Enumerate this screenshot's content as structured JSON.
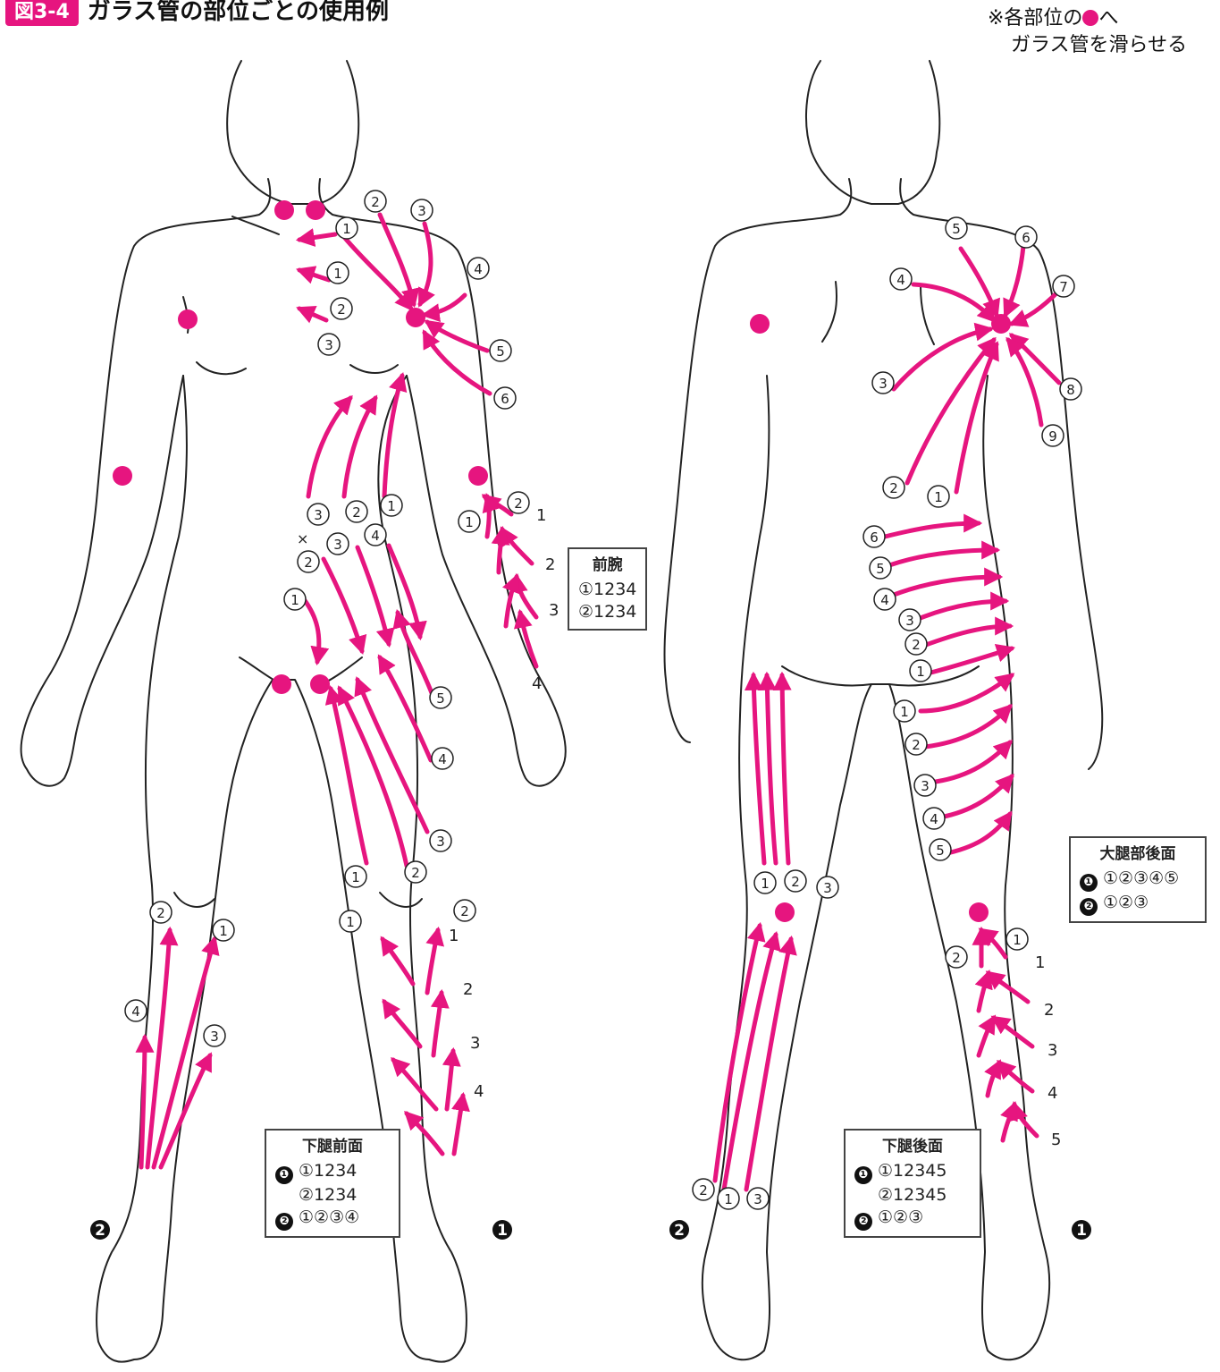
{
  "header": {
    "badge": "図3-4",
    "title": "ガラス管の部位ごとの使用例"
  },
  "note": {
    "prefix": "※各部位の",
    "suffix": "へ",
    "line2": "ガラス管を滑らせる"
  },
  "colors": {
    "accent": "#e6157f",
    "outline": "#222222"
  },
  "legends": {
    "forearm": {
      "title": "前腕",
      "lines": [
        "①1234",
        "②1234"
      ]
    },
    "lower_leg_front": {
      "title": "下腿前面",
      "m1": "❶",
      "l1": "①1234",
      "l2": "②1234",
      "m2": "❷",
      "l3": "①②③④"
    },
    "lower_leg_back": {
      "title": "下腿後面",
      "m1": "❶",
      "l1": "①12345",
      "l2": "②12345",
      "m2": "❷",
      "l3": "①②③"
    },
    "thigh_back": {
      "title": "大腿部後面",
      "m1": "❶",
      "l1": "①②③④⑤",
      "m2": "❷",
      "l2": "①②③"
    }
  },
  "figure_labels": {
    "front_left_mark": "2",
    "front_right_mark": "1",
    "back_left_mark": "2",
    "back_right_mark": "1",
    "cross_mark": "×"
  }
}
